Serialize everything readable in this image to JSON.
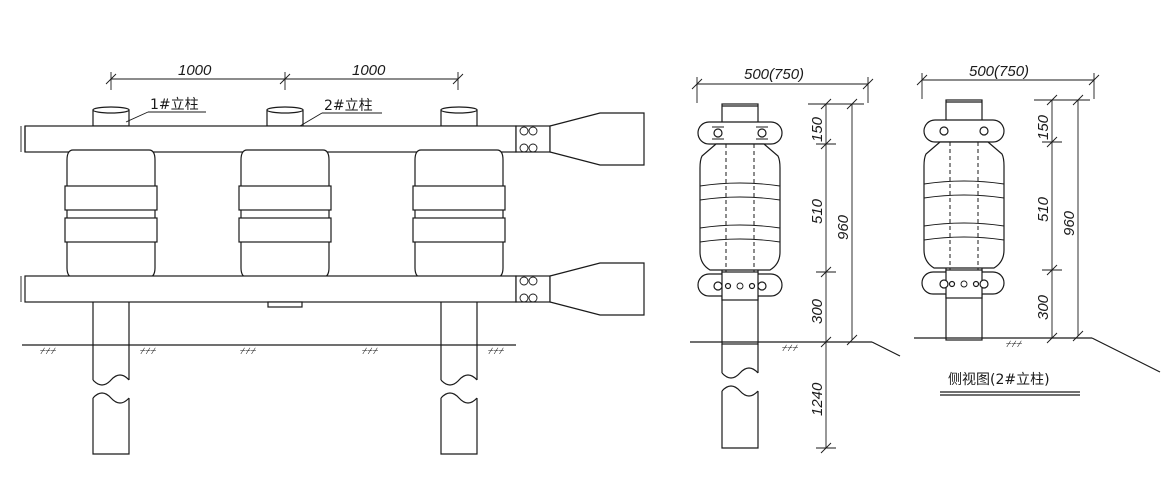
{
  "front_view": {
    "dim_span_1": "1000",
    "dim_span_2": "1000",
    "post_1_label": "1#立柱",
    "post_2_label": "2#立柱"
  },
  "side_view_1": {
    "width_dim": "500(750)",
    "dim_top": "150",
    "dim_mid": "510",
    "dim_bottom": "300",
    "dim_total": "960",
    "dim_embed": "1240"
  },
  "side_view_2": {
    "width_dim": "500(750)",
    "dim_top": "150",
    "dim_mid": "510",
    "dim_bottom": "300",
    "dim_total": "960",
    "caption": "侧视图(2#立柱)"
  },
  "ground_symbol": "⌿⌿⌿"
}
